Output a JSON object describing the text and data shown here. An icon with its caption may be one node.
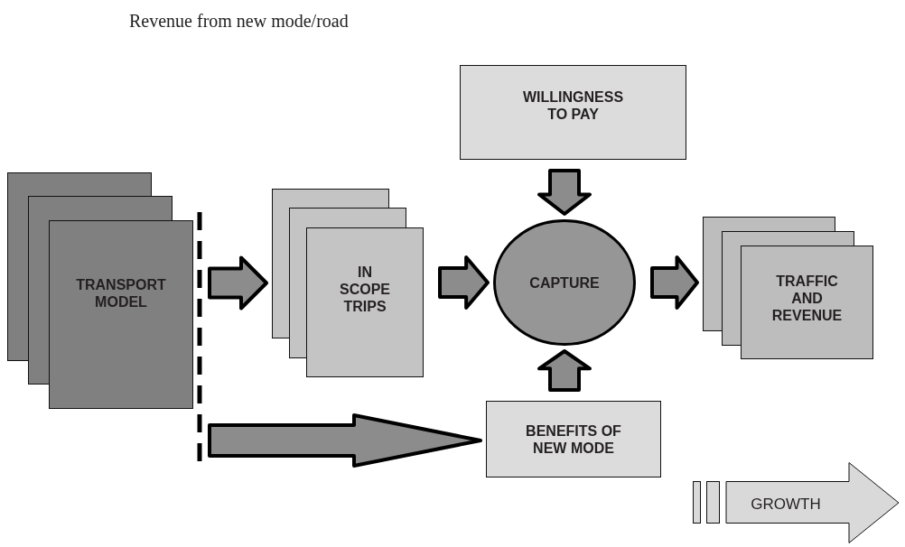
{
  "diagram": {
    "title": "Revenue from new mode/road",
    "nodes": [
      {
        "text": [
          "TRANSPORT MODEL"
        ]
      },
      {
        "text": [
          "IN SCOPE TRIPS"
        ]
      },
      {
        "text": [
          "WILLINGNESS TO PAY"
        ]
      },
      {
        "text": [
          "CAPTURE"
        ]
      },
      {
        "text": [
          "TRAFFIC AND REVENUE"
        ]
      },
      {
        "text": [
          "BENEFITS OF NEW MODE"
        ]
      },
      {
        "text": [
          "GROWTH"
        ]
      }
    ],
    "edges": [
      {
        "from": 0,
        "to": 1,
        "arrow": "to"
      },
      {
        "from": 1,
        "to": 3,
        "arrow": "to"
      },
      {
        "from": 2,
        "to": 3,
        "arrow": "to"
      },
      {
        "from": 3,
        "to": 4,
        "arrow": "to"
      },
      {
        "from": 0,
        "to": 5,
        "arrow": "to"
      },
      {
        "from": 5,
        "to": 3,
        "arrow": "to"
      }
    ]
  }
}
